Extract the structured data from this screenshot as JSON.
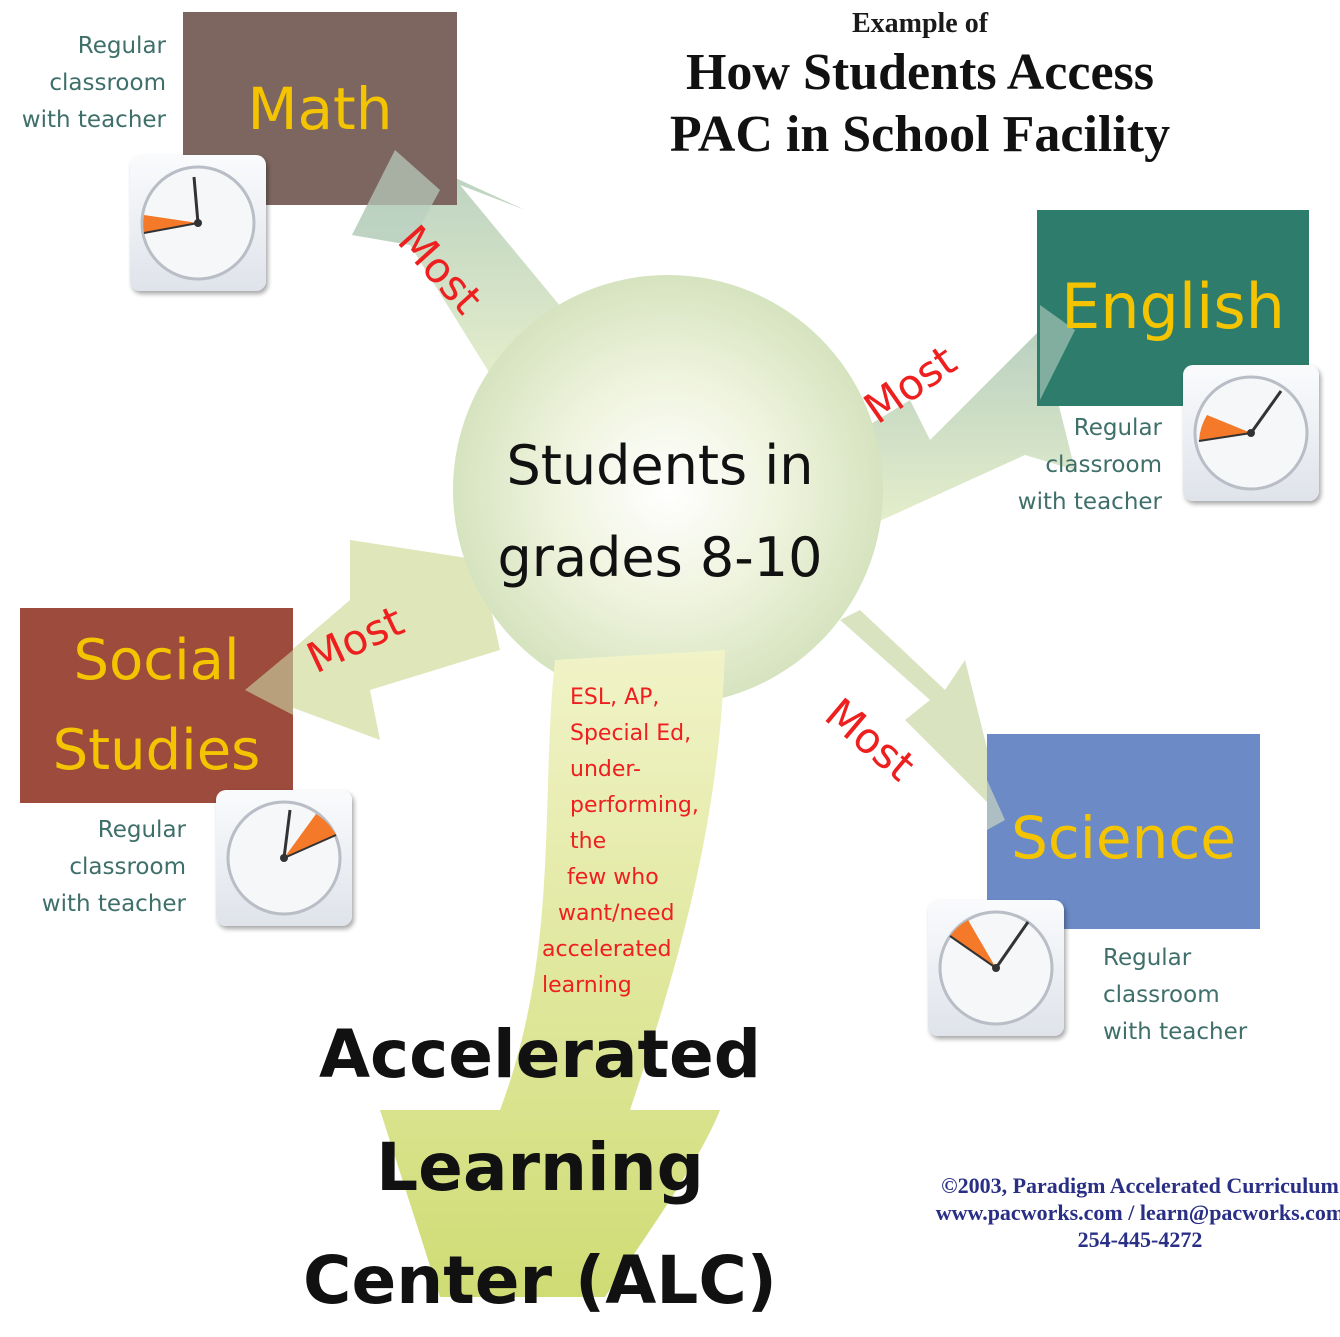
{
  "title": {
    "line1": "Example of",
    "line2": "How Students Access",
    "line3": "PAC in School Facility"
  },
  "center": {
    "line1": "Students in",
    "line2": "grades 8-10"
  },
  "arrow_label": "Most",
  "subjects": {
    "math": {
      "lines": [
        "Math"
      ],
      "color": "#7d6660"
    },
    "english": {
      "lines": [
        "English"
      ],
      "color": "#2e7c6b"
    },
    "social": {
      "lines": [
        "Social",
        "Studies"
      ],
      "color": "#9c4b3c"
    },
    "science": {
      "lines": [
        "Science"
      ],
      "color": "#6b8ac6"
    }
  },
  "caption": {
    "line1": "Regular",
    "line2": "classroom",
    "line3": "with teacher"
  },
  "alc_students": [
    "ESL, AP,",
    "Special Ed,",
    "under-",
    "performing,",
    "the",
    "few who",
    "want/need",
    "accelerated",
    "learning"
  ],
  "alc": {
    "line1": "Accelerated",
    "line2": "Learning",
    "line3": "Center (ALC)"
  },
  "copyright": {
    "line1": "©2003, Paradigm Accelerated Curriculum",
    "line2": "www.pacworks.com / learn@pacworks.com",
    "line3": "254-445-4272"
  },
  "colors": {
    "arrow_fill": "#cbd9b5",
    "most_text": "#ee1f1f",
    "subject_text": "#f5c400",
    "caption_text": "#3f6f6a",
    "clock_sector": "#f47a2a",
    "copyright_text": "#2a2f86"
  }
}
